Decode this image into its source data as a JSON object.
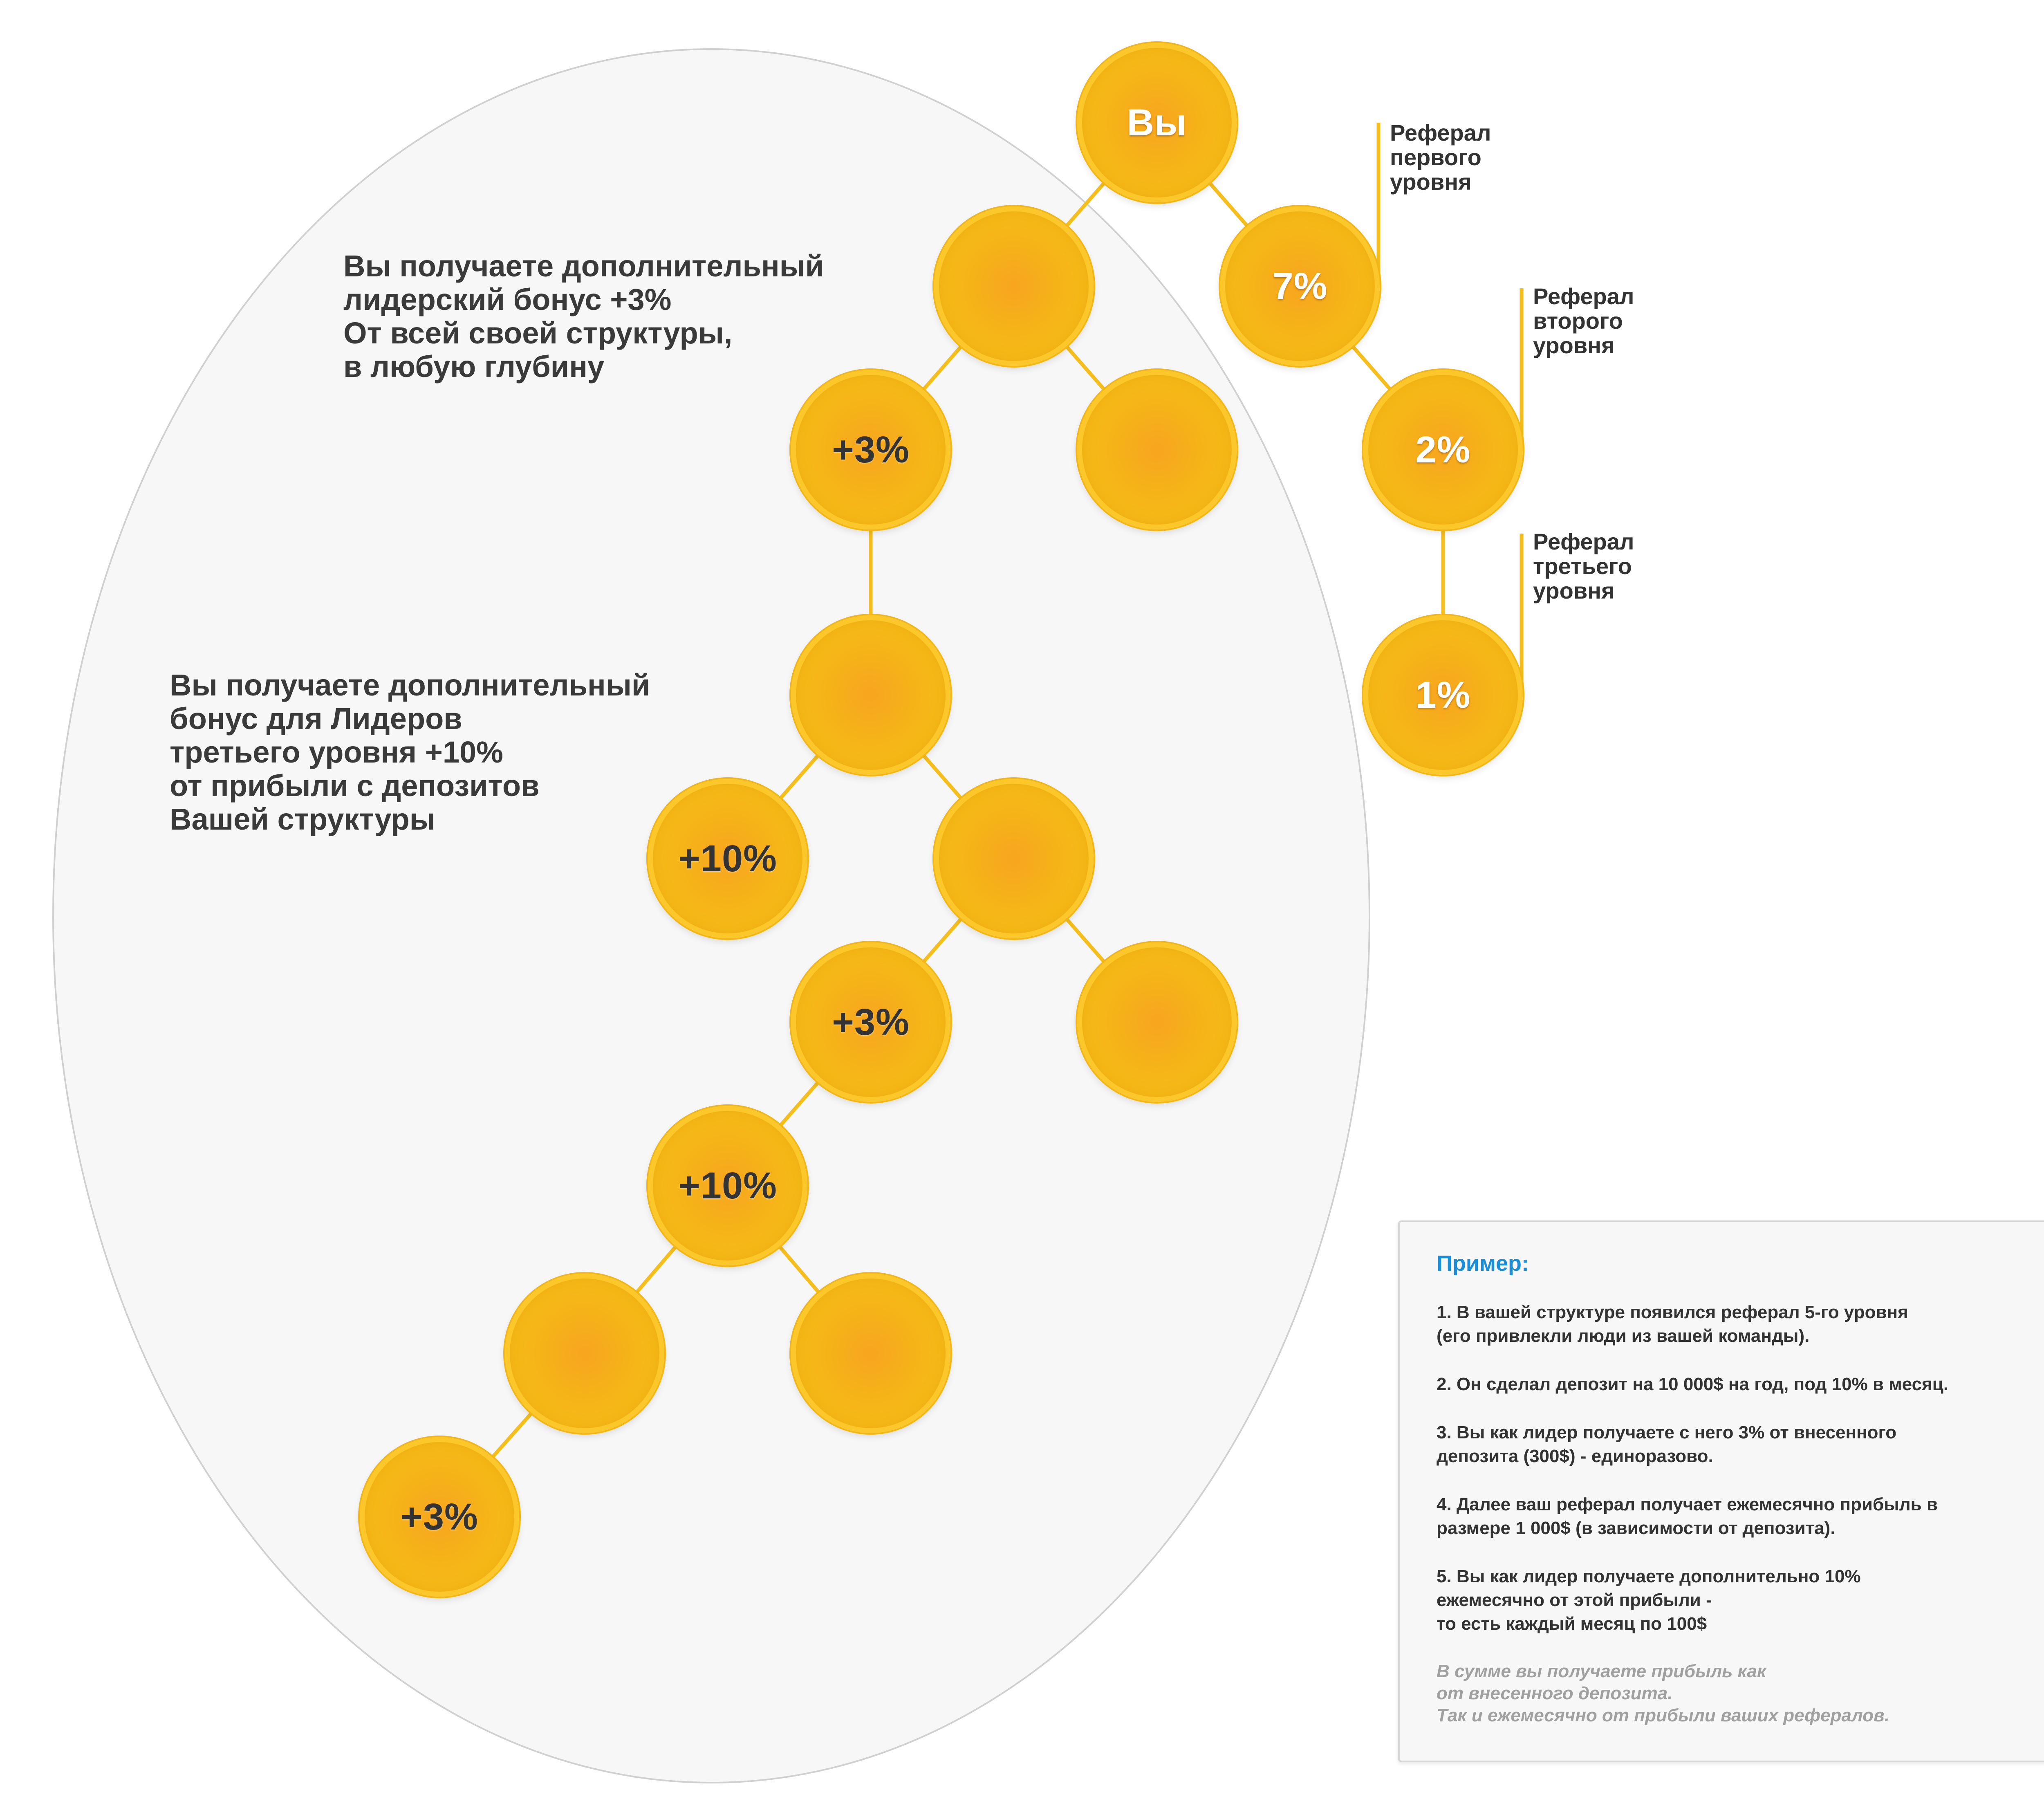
{
  "colors": {
    "node_fill": "#f6b418",
    "node_border": "#fbc72a",
    "connector": "#f5be1d",
    "region_fill": "#f7f7f7",
    "region_border": "#d0d0d0",
    "title_blue": "#1a8ed6",
    "text_dark": "#3a3a3a",
    "footnote_gray": "#a0a0a0"
  },
  "nodes": {
    "you": "Вы",
    "l1": "7%",
    "l2": "2%",
    "l3": "1%",
    "bonus_a": "+3%",
    "bonus_b": "+10%",
    "bonus_c": "+3%",
    "bonus_d": "+10%",
    "bonus_e": "+3%"
  },
  "referral_labels": {
    "first": [
      "Реферал",
      "первого",
      "уровня"
    ],
    "second": [
      "Реферал",
      "второго",
      "уровня"
    ],
    "third": [
      "Реферал",
      "третьего",
      "уровня"
    ]
  },
  "leader_bonus_text": [
    "Вы получаете дополнительный",
    "лидерский бонус +3%",
    "От всей своей структуры,",
    "в любую глубину"
  ],
  "third_level_bonus_text": [
    "Вы получаете дополнительный",
    "бонус для Лидеров",
    "третьего уровня +10%",
    "от прибыли с депозитов",
    "Вашей структуры"
  ],
  "example": {
    "title": "Пример:",
    "items": [
      [
        "1. В вашей структуре появился реферал 5-го уровня",
        "(его привлекли люди из вашей команды)."
      ],
      [
        "2. Он сделал депозит на 10 000$ на год, под 10% в месяц."
      ],
      [
        "3. Вы как лидер получаете с него 3% от внесенного",
        "депозита (300$) - единоразово."
      ],
      [
        "4. Далее ваш реферал получает ежемесячно прибыль в",
        "размере 1 000$ (в зависимости от депозита)."
      ],
      [
        "5. Вы как лидер получаете дополнительно 10%",
        "ежемесячно от этой прибыли -",
        "то есть каждый месяц по 100$"
      ]
    ],
    "footnote": [
      "В сумме вы получаете прибыль как",
      "от внесенного депозита.",
      "Так и ежемесячно от прибыли ваших рефералов."
    ]
  }
}
